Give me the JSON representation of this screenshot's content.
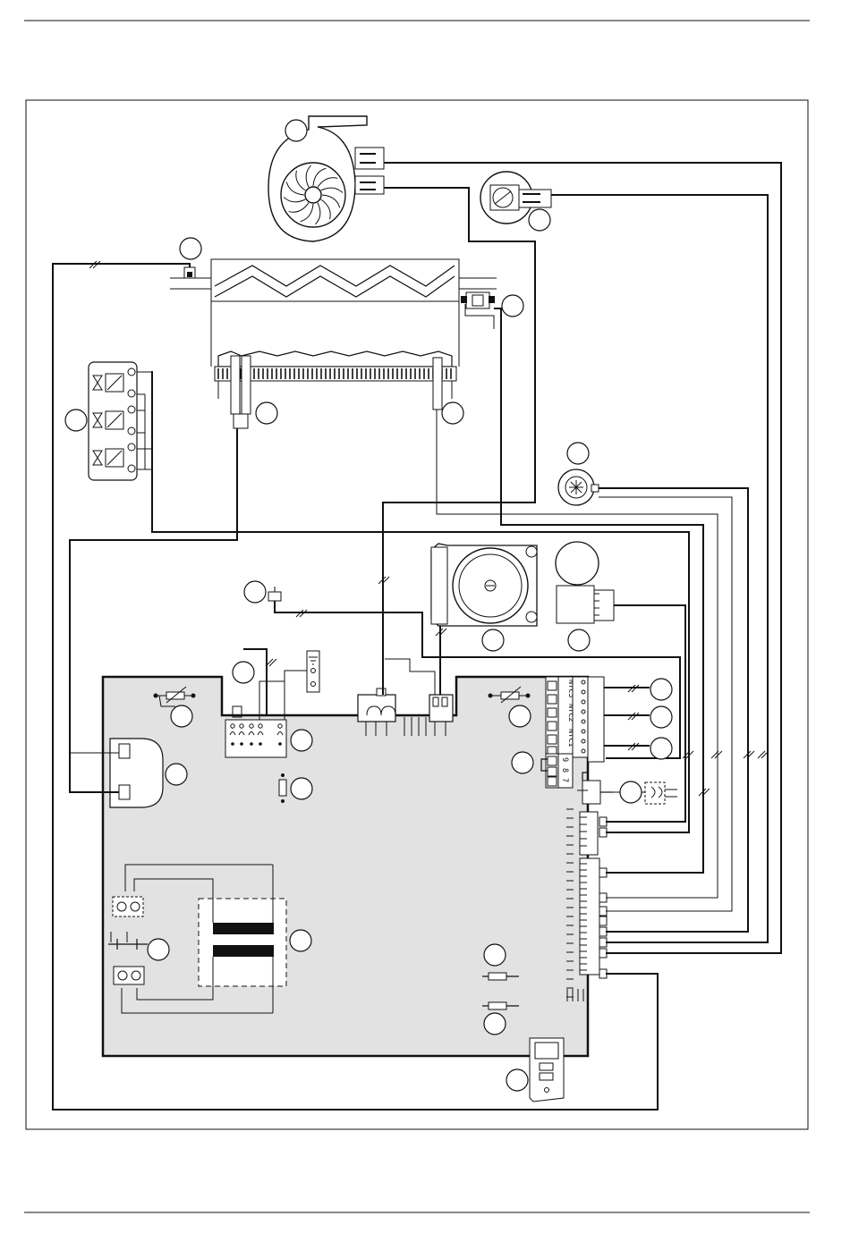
{
  "diagram": {
    "pcb_fill": "#e2e2e2",
    "line_color": "#111111",
    "ntc_labels": [
      "NTC3",
      "NTC2",
      "NTC1"
    ],
    "pin_labels": [
      "9",
      "8",
      "7"
    ],
    "callouts": [
      {
        "id": "fan",
        "label": ""
      },
      {
        "id": "air-pressure-switch",
        "label": ""
      },
      {
        "id": "overheat-thermostat",
        "label": ""
      },
      {
        "id": "flue-thermostat",
        "label": ""
      },
      {
        "id": "gas-valve",
        "label": ""
      },
      {
        "id": "ignition-electrode",
        "label": ""
      },
      {
        "id": "detection-electrode",
        "label": ""
      },
      {
        "id": "dhw-flow-sensor",
        "label": ""
      },
      {
        "id": "water-pressure-sensor",
        "label": ""
      },
      {
        "id": "pump",
        "label": ""
      },
      {
        "id": "three-way-valve",
        "label": ""
      },
      {
        "id": "earth-terminal",
        "label": ""
      },
      {
        "id": "pcb-potentiometer-left",
        "label": ""
      },
      {
        "id": "pcb-potentiometer-right",
        "label": ""
      },
      {
        "id": "pcb-connector-block",
        "label": ""
      },
      {
        "id": "pcb-ignition-transformer",
        "label": ""
      },
      {
        "id": "pcb-fuse",
        "label": ""
      },
      {
        "id": "pcb-mains-transformer",
        "label": ""
      },
      {
        "id": "pcb-jumper",
        "label": ""
      },
      {
        "id": "ntc3-sensor",
        "label": ""
      },
      {
        "id": "ntc2-sensor",
        "label": ""
      },
      {
        "id": "ntc1-sensor",
        "label": ""
      },
      {
        "id": "terminal-789",
        "label": ""
      },
      {
        "id": "room-thermostat",
        "label": ""
      },
      {
        "id": "fuse-top",
        "label": ""
      },
      {
        "id": "fuse-bottom",
        "label": ""
      },
      {
        "id": "display-module",
        "label": ""
      }
    ]
  }
}
